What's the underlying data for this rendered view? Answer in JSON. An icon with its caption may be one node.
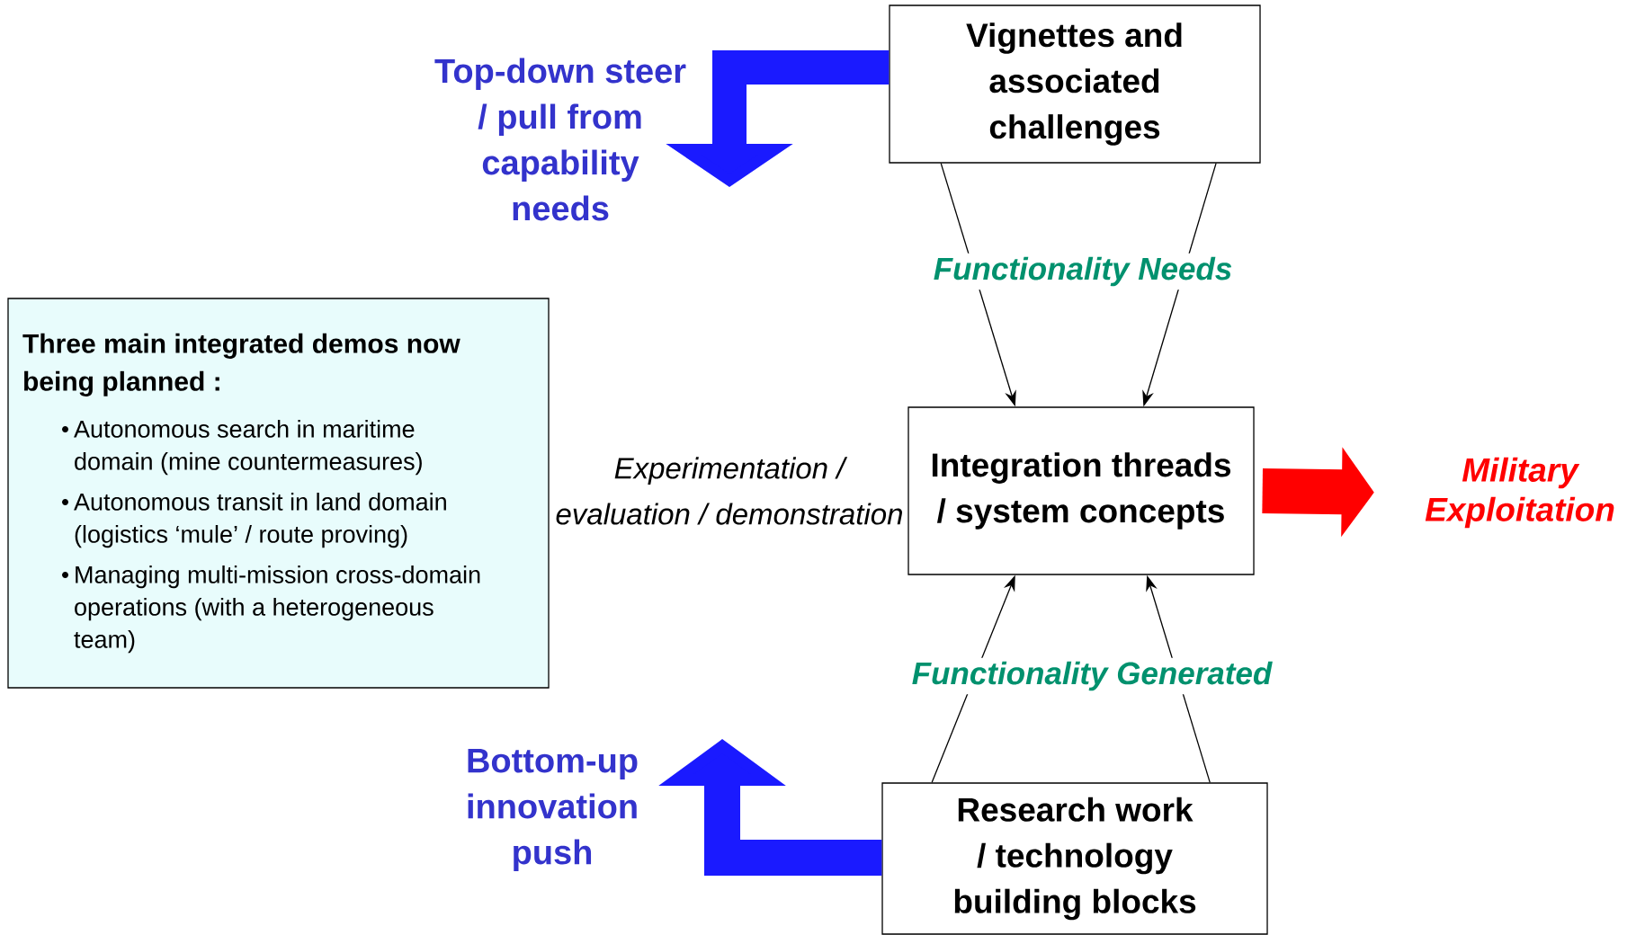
{
  "diagram": {
    "nodes": [
      {
        "text": [
          "Vignettes and associated challenges"
        ]
      },
      {
        "text": [
          "Integration threads / system concepts"
        ]
      },
      {
        "text": [
          "Research work / technology building blocks"
        ]
      },
      {
        "text": [
          "Three main integrated demos now being planned :",
          "Autonomous search in maritime domain (mine countermeasures)",
          "Autonomous transit in land domain (logistics ‘mule’ / route proving)",
          "Managing multi-mission cross-domain operations (with a heterogeneous team)"
        ]
      },
      {
        "text": [
          "Military Exploitation"
        ]
      }
    ],
    "edges": [
      {
        "from": 0,
        "to": 1,
        "arrow": "to",
        "label": "Functionality Needs"
      },
      {
        "from": 0,
        "to": 1,
        "arrow": "to"
      },
      {
        "from": 2,
        "to": 1,
        "arrow": "to",
        "label": "Functionality Generated"
      },
      {
        "from": 2,
        "to": 1,
        "arrow": "to"
      },
      {
        "from": 0,
        "to": null,
        "arrow": "to",
        "style": "thick",
        "color": "#1a1aff"
      },
      {
        "from": 2,
        "to": null,
        "arrow": "to",
        "style": "thick",
        "color": "#1a1aff"
      },
      {
        "from": 1,
        "to": 4,
        "arrow": "to",
        "style": "thick",
        "color": "#ff0000"
      }
    ],
    "labels": [
      "Top-down steer / pull from capability needs",
      "Bottom-up innovation push",
      "Experimentation / evaluation / demonstration"
    ]
  }
}
